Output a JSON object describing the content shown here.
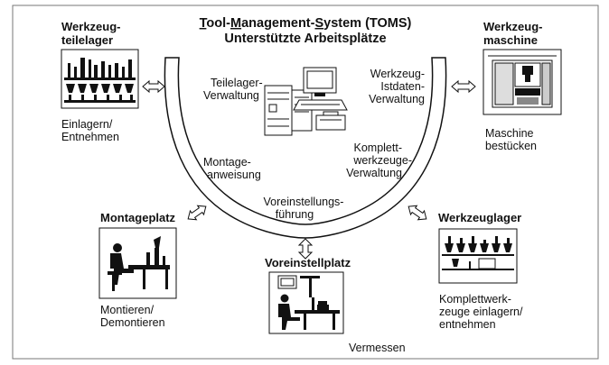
{
  "title": {
    "line1": {
      "parts": [
        {
          "text": "T",
          "u": true
        },
        {
          "text": "ool-",
          "u": false
        },
        {
          "text": "M",
          "u": true
        },
        {
          "text": "anagement-",
          "u": false
        },
        {
          "text": "S",
          "u": true
        },
        {
          "text": "ystem (TOMS)",
          "u": false
        }
      ]
    },
    "line2": "Unterstützte Arbeitsplätze"
  },
  "stations": {
    "teilelager": {
      "heading": [
        "Werkzeug-",
        "teilelager"
      ],
      "caption": [
        "Einlagern/",
        "Entnehmen"
      ],
      "icon": "tool-parts-rack-icon"
    },
    "maschine": {
      "heading": [
        "Werkzeug-",
        "maschine"
      ],
      "caption": [
        "Maschine",
        "bestücken"
      ],
      "icon": "machine-tool-icon"
    },
    "montageplatz": {
      "heading": [
        "Montageplatz"
      ],
      "caption": [
        "Montieren/",
        "Demontieren"
      ],
      "icon": "assembly-workstation-icon"
    },
    "voreinstellplatz": {
      "heading": [
        "Voreinstellplatz"
      ],
      "caption": [
        "Vermessen"
      ],
      "icon": "presetting-station-icon"
    },
    "werkzeuglager": {
      "heading": [
        "Werkzeuglager"
      ],
      "caption": [
        "Komplettwerk-",
        "zeuge einlagern/",
        "entnehmen"
      ],
      "icon": "tool-storage-rack-icon"
    }
  },
  "functions": {
    "teilelager_verwaltung": [
      "Teilelager-",
      "Verwaltung"
    ],
    "istdaten_verwaltung": [
      "Werkzeug-",
      "Istdaten-",
      "Verwaltung"
    ],
    "komplett_verwaltung": [
      "Komplett-",
      "werkzeuge-",
      "Verwaltung"
    ],
    "montageanweisung": [
      "Montage-",
      "anweisung"
    ],
    "voreinstellungsfuehrung": [
      "Voreinstellungs-",
      "führung"
    ]
  },
  "central_icon": "computer-workstation-icon"
}
